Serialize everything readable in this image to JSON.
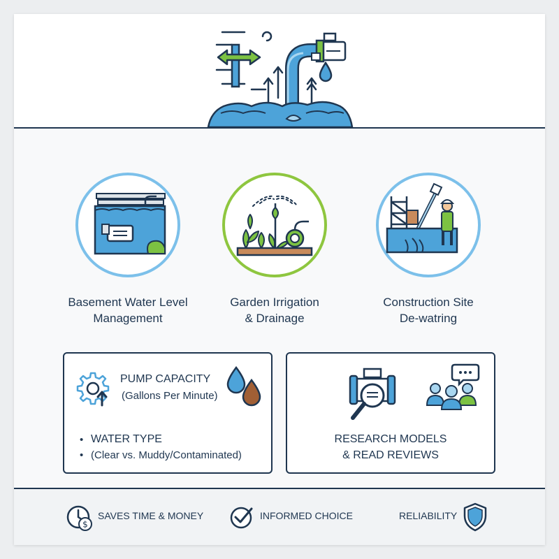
{
  "colors": {
    "navy": "#1f3650",
    "blue": "#4da3d9",
    "light_blue": "#a9d6f0",
    "green": "#7cc242",
    "brown": "#a15f35"
  },
  "uses": [
    {
      "label_line1": "Basement Water Level",
      "label_line2": "Management",
      "icon": "flooded-basement-pump-icon"
    },
    {
      "label_line1": "Garden Irrigation",
      "label_line2": "& Drainage",
      "icon": "garden-irrigation-icon"
    },
    {
      "label_line1": "Construction Site",
      "label_line2": "De-watring",
      "icon": "construction-dewatering-icon"
    }
  ],
  "factors": {
    "capacity_title": "PUMP CAPACITY",
    "capacity_sub": "(Gallons Per Minute)",
    "water_title": "WATER TYPE",
    "water_sub": "(Clear vs. Muddy/Contaminated)",
    "bullet": "•"
  },
  "research": {
    "line1": "RESEARCH MODELS",
    "line2": "& READ REVIEWS"
  },
  "benefits": [
    {
      "label": "SAVES TIME & MONEY",
      "icon": "clock-dollar-icon"
    },
    {
      "label": "INFORMED CHOICE",
      "icon": "checkmark-circle-icon"
    },
    {
      "label": "RELIABILITY",
      "icon": "shield-icon"
    }
  ]
}
